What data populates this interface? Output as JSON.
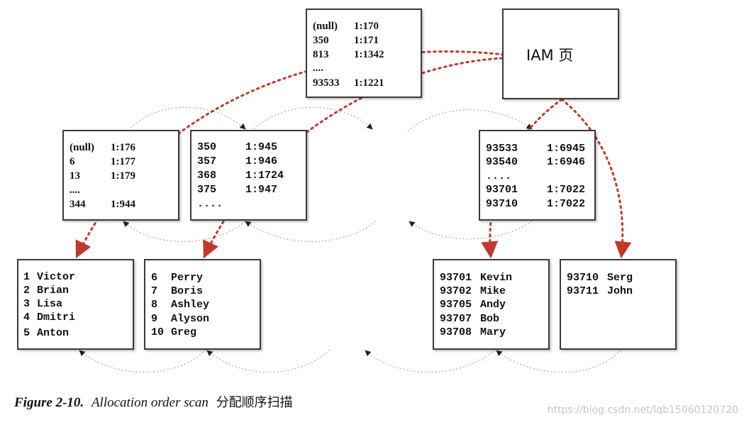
{
  "root_page": {
    "rows": [
      {
        "key": "(null)",
        "page": "1:170"
      },
      {
        "key": "350",
        "page": "1:171"
      },
      {
        "key": "813",
        "page": "1:1342"
      },
      {
        "key": "....",
        "page": ""
      },
      {
        "key": "93533",
        "page": "1:1221"
      }
    ]
  },
  "iam_page": {
    "label": "IAM 页"
  },
  "intermediate_pages": [
    {
      "rows": [
        {
          "key": "(null)",
          "page": "1:176"
        },
        {
          "key": "6",
          "page": "1:177"
        },
        {
          "key": "13",
          "page": "1:179"
        },
        {
          "key": "....",
          "page": ""
        },
        {
          "key": "344",
          "page": "1:944"
        }
      ]
    },
    {
      "rows": [
        {
          "key": "350",
          "page": "1:945"
        },
        {
          "key": "357",
          "page": "1:946"
        },
        {
          "key": "368",
          "page": "1:1724"
        },
        {
          "key": "375",
          "page": "1:947"
        },
        {
          "key": "....",
          "page": ""
        }
      ]
    },
    {
      "rows": [
        {
          "key": "93533",
          "page": "1:6945"
        },
        {
          "key": "93540",
          "page": "1:6946"
        },
        {
          "key": "....",
          "page": ""
        },
        {
          "key": "93701",
          "page": "1:7022"
        },
        {
          "key": "93710",
          "page": "1:7022"
        }
      ]
    }
  ],
  "leaf_pages": [
    {
      "rows": [
        {
          "id": "1",
          "name": "Victor"
        },
        {
          "id": "2",
          "name": "Brian"
        },
        {
          "id": "3",
          "name": "Lisa"
        },
        {
          "id": "4",
          "name": "Dmitri"
        },
        {
          "id": "5",
          "name": "Anton"
        }
      ]
    },
    {
      "rows": [
        {
          "id": "6",
          "name": "Perry"
        },
        {
          "id": "7",
          "name": "Boris"
        },
        {
          "id": "8",
          "name": "Ashley"
        },
        {
          "id": "9",
          "name": "Alyson"
        },
        {
          "id": "10",
          "name": "Greg"
        }
      ]
    },
    {
      "rows": [
        {
          "id": "93701",
          "name": "Kevin"
        },
        {
          "id": "93702",
          "name": "Mike"
        },
        {
          "id": "93705",
          "name": "Andy"
        },
        {
          "id": "93707",
          "name": "Bob"
        },
        {
          "id": "93708",
          "name": "Mary"
        }
      ]
    },
    {
      "rows": [
        {
          "id": "93710",
          "name": "Serg"
        },
        {
          "id": "93711",
          "name": "John"
        }
      ]
    }
  ],
  "caption": {
    "figure": "Figure 2-10.",
    "title": "Allocation order scan",
    "chinese": "分配顺序扫描"
  },
  "watermark": "https://blog.csdn.net/lqb15060120720",
  "colors": {
    "scan_arrow": "#c0392b",
    "link_arrow": "#b5b5b5",
    "border": "#3a3a3a"
  }
}
